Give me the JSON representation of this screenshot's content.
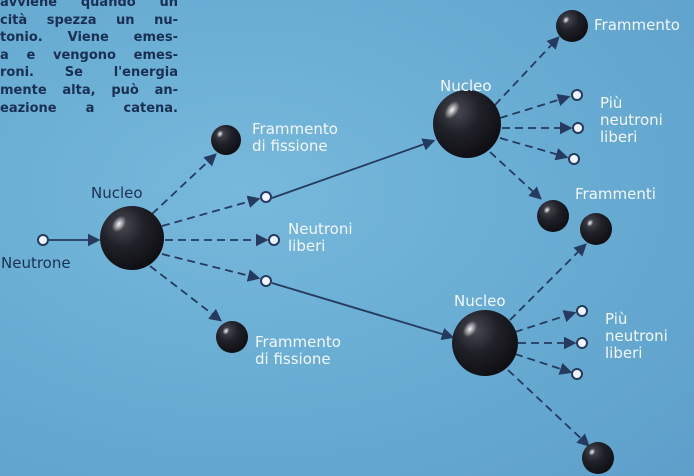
{
  "intro_text": {
    "lines": [
      "avviene quando un",
      "cità spezza un nu-",
      "tonio. Viene emes-",
      "a e vengono emes-",
      "roni. Se l'energia",
      "mente alta, può an-",
      "eazione a catena."
    ]
  },
  "labels": {
    "neutrone": "Neutrone",
    "nucleo_1": "Nucleo",
    "frammento_fissione_top": [
      "Frammento",
      "di fissione"
    ],
    "neutroni_liberi_mid": [
      "Neutroni",
      "liberi"
    ],
    "frammento_fissione_bottom": [
      "Frammento",
      "di fissione"
    ],
    "nucleo_2": "Nucleo",
    "nucleo_3": "Nucleo",
    "frammento_top_right": "Frammento",
    "piu_neutroni_liberi_top": [
      "Più",
      "neutroni",
      "liberi"
    ],
    "frammenti": "Frammenti",
    "piu_neutroni_liberi_bottom": [
      "Più",
      "neutroni",
      "liberi"
    ]
  },
  "colors": {
    "background": "#6aaed4",
    "nucleus": "#1c1c24",
    "arrow": "#253a5e",
    "label": "#f4f7fb",
    "intro_text": "#1a2f52"
  }
}
